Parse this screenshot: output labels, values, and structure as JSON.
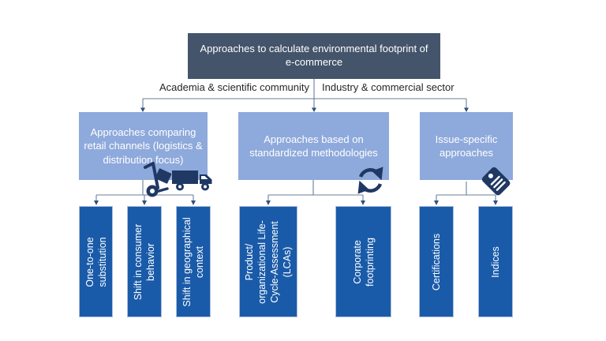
{
  "slide": {
    "title_box": {
      "label": "Approaches to calculate environmental footprint of\ne-commerce"
    },
    "branch_labels": {
      "left": "Academia & scientific community",
      "right": "Industry & commercial sector"
    },
    "categories": [
      {
        "label": "Approaches comparing\nretail channels (logistics &\ndistribution focus)",
        "icon": "hand-truck-and-delivery-truck"
      },
      {
        "label": "Approaches based on\nstandardized methodologies",
        "icon": "circular-arrows"
      },
      {
        "label": "Issue-specific\napproaches",
        "icon": "price-tag"
      }
    ],
    "leaves": [
      {
        "label": "One-to-one\nsubstitution"
      },
      {
        "label": "Shift in consumer\nbehavior"
      },
      {
        "label": "Shift in geographical\ncontext"
      },
      {
        "label": "Product/\norganizational Life-\nCycle-Assessment\n(LCAs)"
      },
      {
        "label": "Corporate\nfootprinting"
      },
      {
        "label": "Certifications"
      },
      {
        "label": "Indices"
      }
    ],
    "colors": {
      "background": "#FFFFFF",
      "title_box_fill": "#44546A",
      "category_box_fill": "#8EA9DB",
      "leaf_box_fill": "#1A5BA9",
      "icon_color": "#1F3864",
      "connector_color": "#6B7F99",
      "arrow_color": "#2E5180",
      "text_light": "#FFFFFF",
      "label_text": "#262626"
    }
  }
}
